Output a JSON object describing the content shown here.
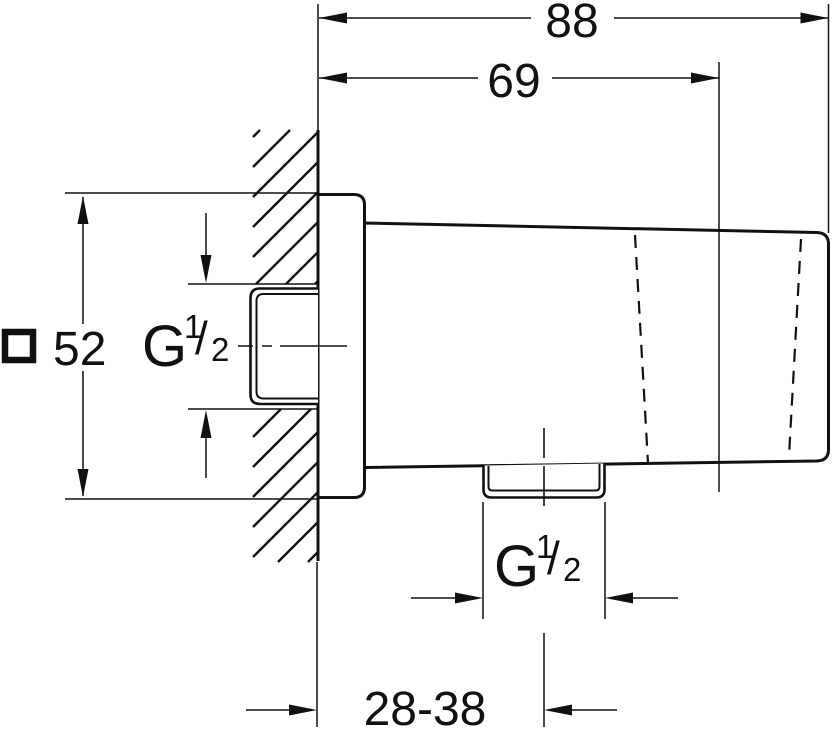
{
  "colors": {
    "ink": "#111111",
    "background": "#ffffff"
  },
  "dimensions": {
    "total_depth": "88",
    "holder_depth": "69",
    "plate_size": "52",
    "wall_distance_range": "28-38"
  },
  "threads": {
    "inlet": {
      "letter": "G",
      "numerator": "1",
      "slash": "/",
      "denominator": "2"
    },
    "outlet": {
      "letter": "G",
      "numerator": "1",
      "slash": "/",
      "denominator": "2"
    }
  },
  "icons": {
    "square_dimension_symbol": "□"
  }
}
